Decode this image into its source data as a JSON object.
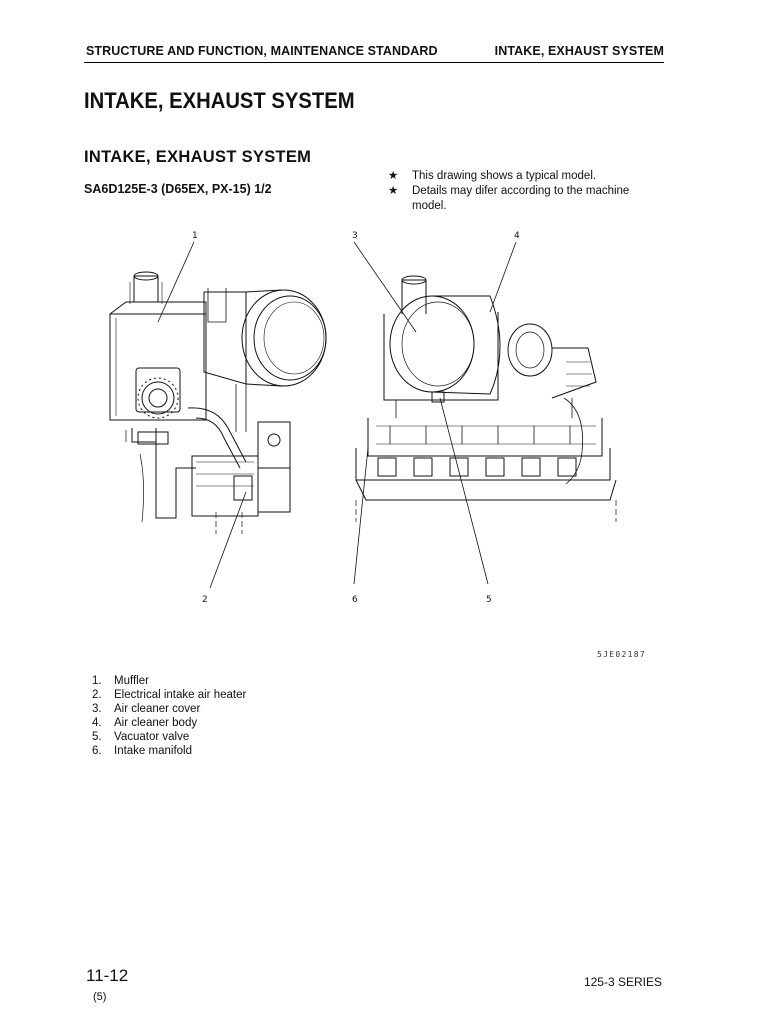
{
  "header": {
    "left": "STRUCTURE AND FUNCTION, MAINTENANCE STANDARD",
    "right": "INTAKE, EXHAUST SYSTEM"
  },
  "title": "INTAKE, EXHAUST SYSTEM",
  "section_title": "INTAKE, EXHAUST SYSTEM",
  "model": "SA6D125E-3 (D65EX, PX-15) 1/2",
  "notes": [
    {
      "symbol": "★",
      "text": "This drawing shows a typical model."
    },
    {
      "symbol": "★",
      "text": "Details may difer according to the machine model."
    }
  ],
  "figure": {
    "code": "5JE02187",
    "callouts": [
      "1",
      "2",
      "3",
      "4",
      "5",
      "6"
    ]
  },
  "legend": [
    {
      "num": "1.",
      "label": "Muffler"
    },
    {
      "num": "2.",
      "label": "Electrical intake air heater"
    },
    {
      "num": "3.",
      "label": "Air cleaner cover"
    },
    {
      "num": "4.",
      "label": "Air cleaner body"
    },
    {
      "num": "5.",
      "label": "Vacuator valve"
    },
    {
      "num": "6.",
      "label": "Intake manifold"
    }
  ],
  "footer": {
    "page": "11-12",
    "revision": "(5)",
    "series": "125-3 SERIES"
  }
}
